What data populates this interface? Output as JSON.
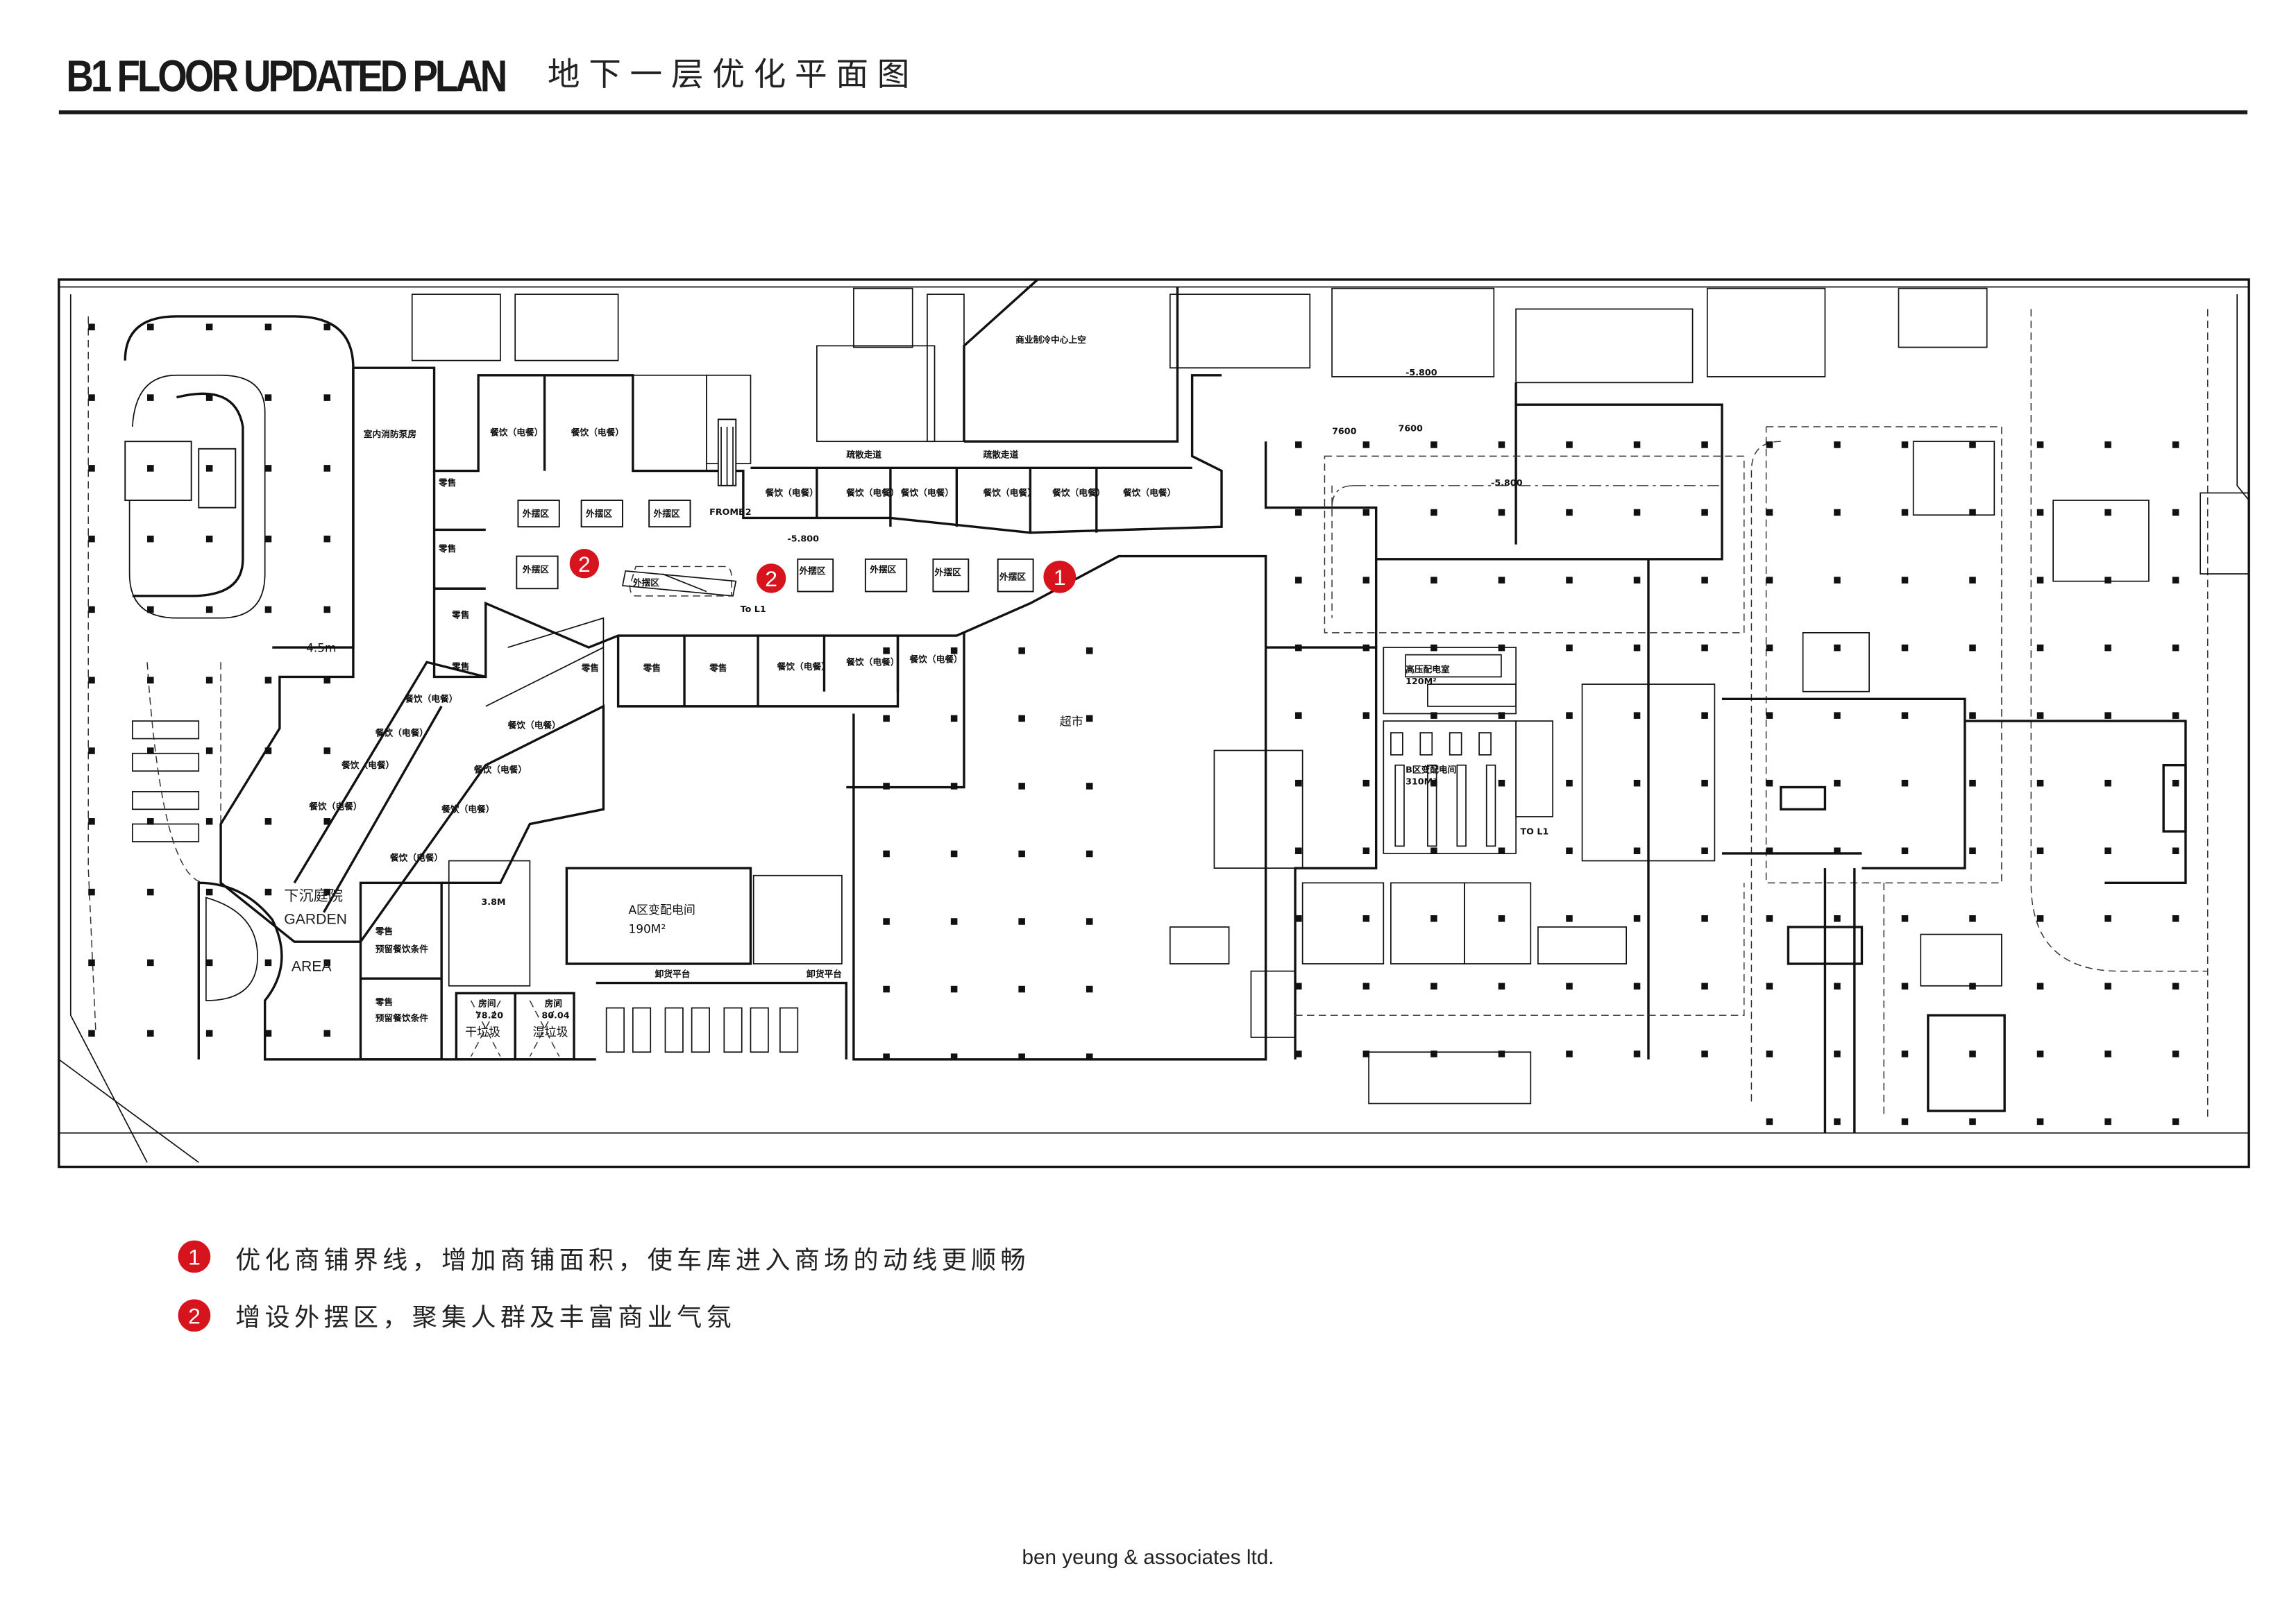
{
  "header": {
    "title_en": "B1 FLOOR UPDATED PLAN",
    "title_cn": "地下一层优化平面图"
  },
  "colors": {
    "marker": "#d7141e",
    "line": "#111111"
  },
  "plan": {
    "outdoor_displays": [
      "外摆区",
      "外摆区",
      "外摆区",
      "外摆区",
      "外摆区",
      "外摆区",
      "外摆区",
      "外摆区",
      "外摆区"
    ],
    "markers": [
      {
        "number": "1"
      },
      {
        "number": "2"
      },
      {
        "number": "2"
      }
    ],
    "dining_label": "餐饮（电餐）",
    "dining": "餐饮",
    "retail": "零售",
    "evac_corridor": "疏散走道",
    "from_b2": "FROMB2",
    "to_l1_a": "To L1",
    "to_l1_b": "TO L1",
    "level": "-5.800",
    "dim_7600": "7600",
    "supermarket": "超市",
    "cooling_void": "商业制冷中心上空",
    "a_substation": "A区变配电间",
    "a_substation_area": "190M²",
    "hv_room": "高压配电室",
    "hv_room_area": "120M²",
    "b_substation": "B区变配电间",
    "b_substation_area": "310M²",
    "garden_cn": "下沉庭院",
    "garden_en_1": "GARDEN",
    "garden_en_2": "AREA",
    "retail_reserve": "预留餐饮条件",
    "room": "房间",
    "dry_waste_area": "78.20",
    "wet_waste_area": "80.04",
    "dry_waste": "干垃圾",
    "wet_waste": "湿垃圾",
    "loading_dock": "卸货平台",
    "height_note": "3.8M",
    "indoor_fire": "室内消防泵房",
    "dim_45": "4.5m"
  },
  "legend": [
    {
      "number": "1",
      "text": "优化商铺界线，增加商铺面积，使车库进入商场的动线更顺畅"
    },
    {
      "number": "2",
      "text": "增设外摆区，聚集人群及丰富商业气氛"
    }
  ],
  "footer": {
    "company": "ben yeung & associates ltd."
  }
}
